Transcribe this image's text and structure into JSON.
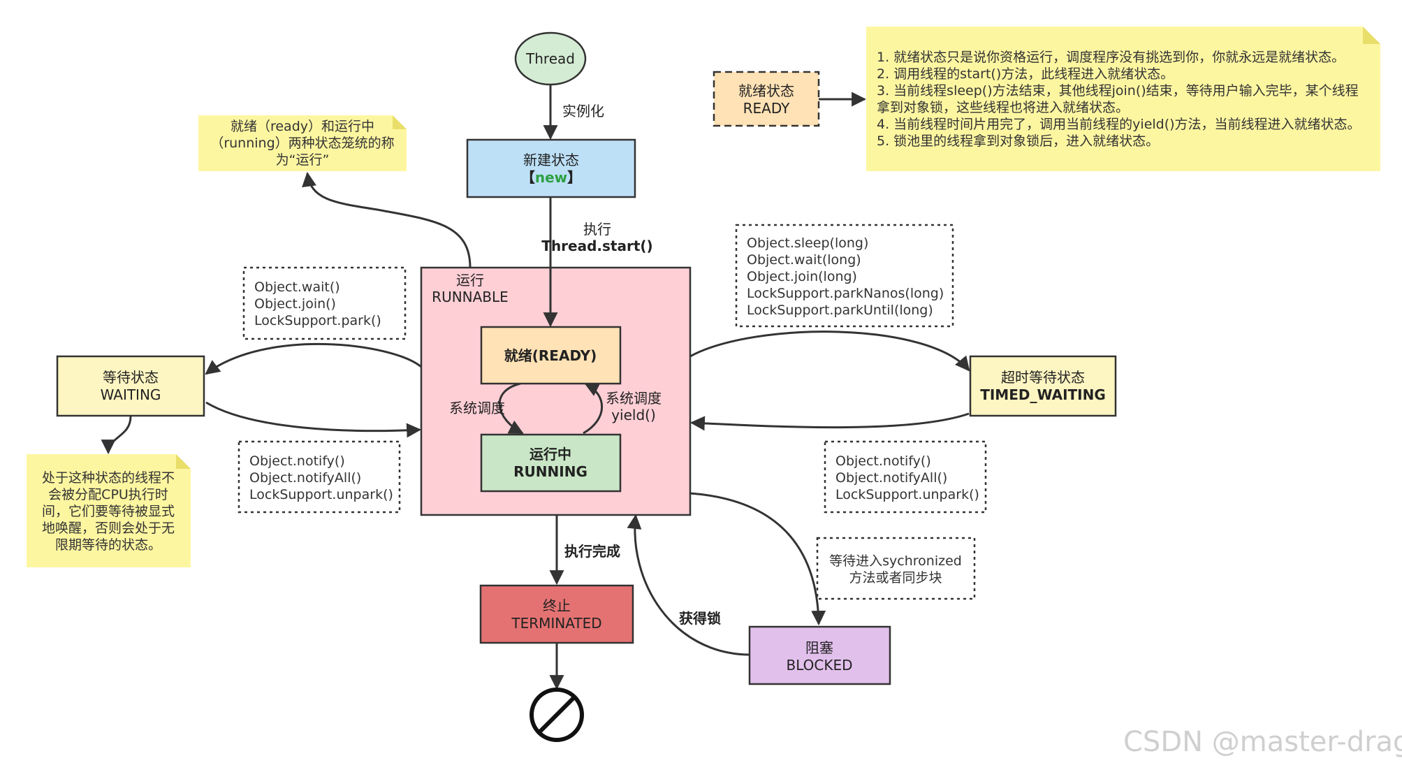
{
  "nodes": {
    "thread": "Thread",
    "new_state": {
      "line1": "新建状态",
      "line2_prefix": "【",
      "line2_new": "new",
      "line2_suffix": "】"
    },
    "runnable": {
      "line1": "运行",
      "line2": "RUNNABLE"
    },
    "ready": "就绪(READY)",
    "running": {
      "line1": "运行中",
      "line2": "RUNNING"
    },
    "waiting": {
      "line1": "等待状态",
      "line2": "WAITING"
    },
    "timed_waiting": {
      "line1": "超时等待状态",
      "line2": "TIMED_WAITING"
    },
    "terminated": {
      "line1": "终止",
      "line2": "TERMINATED"
    },
    "blocked": {
      "line1": "阻塞",
      "line2": "BLOCKED"
    },
    "ready_legend": {
      "line1": "就绪状态",
      "line2": "READY"
    }
  },
  "edge_labels": {
    "instantiate": "实例化",
    "start_line1": "执行",
    "start_line2": "Thread.start()",
    "schedule_left": "系统调度",
    "schedule_right_line1": "系统调度",
    "schedule_right_line2": "yield()",
    "finished": "执行完成",
    "acquire_lock": "获得锁"
  },
  "method_boxes": {
    "to_waiting": [
      "Object.wait()",
      "Object.join()",
      "LockSupport.park()"
    ],
    "from_waiting": [
      "Object.notify()",
      "Object.notifyAll()",
      "LockSupport.unpark()"
    ],
    "to_timed": [
      "Object.sleep(long)",
      "Object.wait(long)",
      "Object.join(long)",
      "LockSupport.parkNanos(long)",
      "LockSupport.parkUntil(long)"
    ],
    "from_timed": [
      "Object.notify()",
      "Object.notifyAll()",
      "LockSupport.unpark()"
    ],
    "to_blocked": [
      "等待进入sychronized",
      "方法或者同步块"
    ]
  },
  "notes": {
    "runnable_note": [
      "就绪（ready）和运行中",
      "（running）两种状态笼统的称",
      "为“运行”"
    ],
    "waiting_note": [
      "处于这种状态的线程不",
      "会被分配CPU执行时",
      "间，它们要等待被显式",
      "地唤醒，否则会处于无",
      "限期等待的状态。"
    ],
    "ready_note": [
      "1. 就绪状态只是说你资格运行，调度程序没有挑选到你，你就永远是就绪状态。",
      "2. 调用线程的start()方法，此线程进入就绪状态。",
      "3. 当前线程sleep()方法结束，其他线程join()结束，等待用户输入完毕，某个线程",
      "拿到对象锁，这些线程也将进入就绪状态。",
      "4. 当前线程时间片用完了，调用当前线程的yield()方法，当前线程进入就绪状态。",
      "5. 锁池里的线程拿到对象锁后，进入就绪状态。"
    ]
  },
  "watermark": "CSDN @master-dragon",
  "colors": {
    "thread": "#d5ecd4",
    "new": "#bde0f7",
    "new_text": "#2ea043",
    "runnable": "#ffcfd6",
    "ready": "#ffe2b5",
    "running": "#c9e6c6",
    "waiting": "#fdf5c2",
    "terminated": "#e57272",
    "blocked": "#e2c0ec",
    "sticky": "#fdf6a1"
  }
}
